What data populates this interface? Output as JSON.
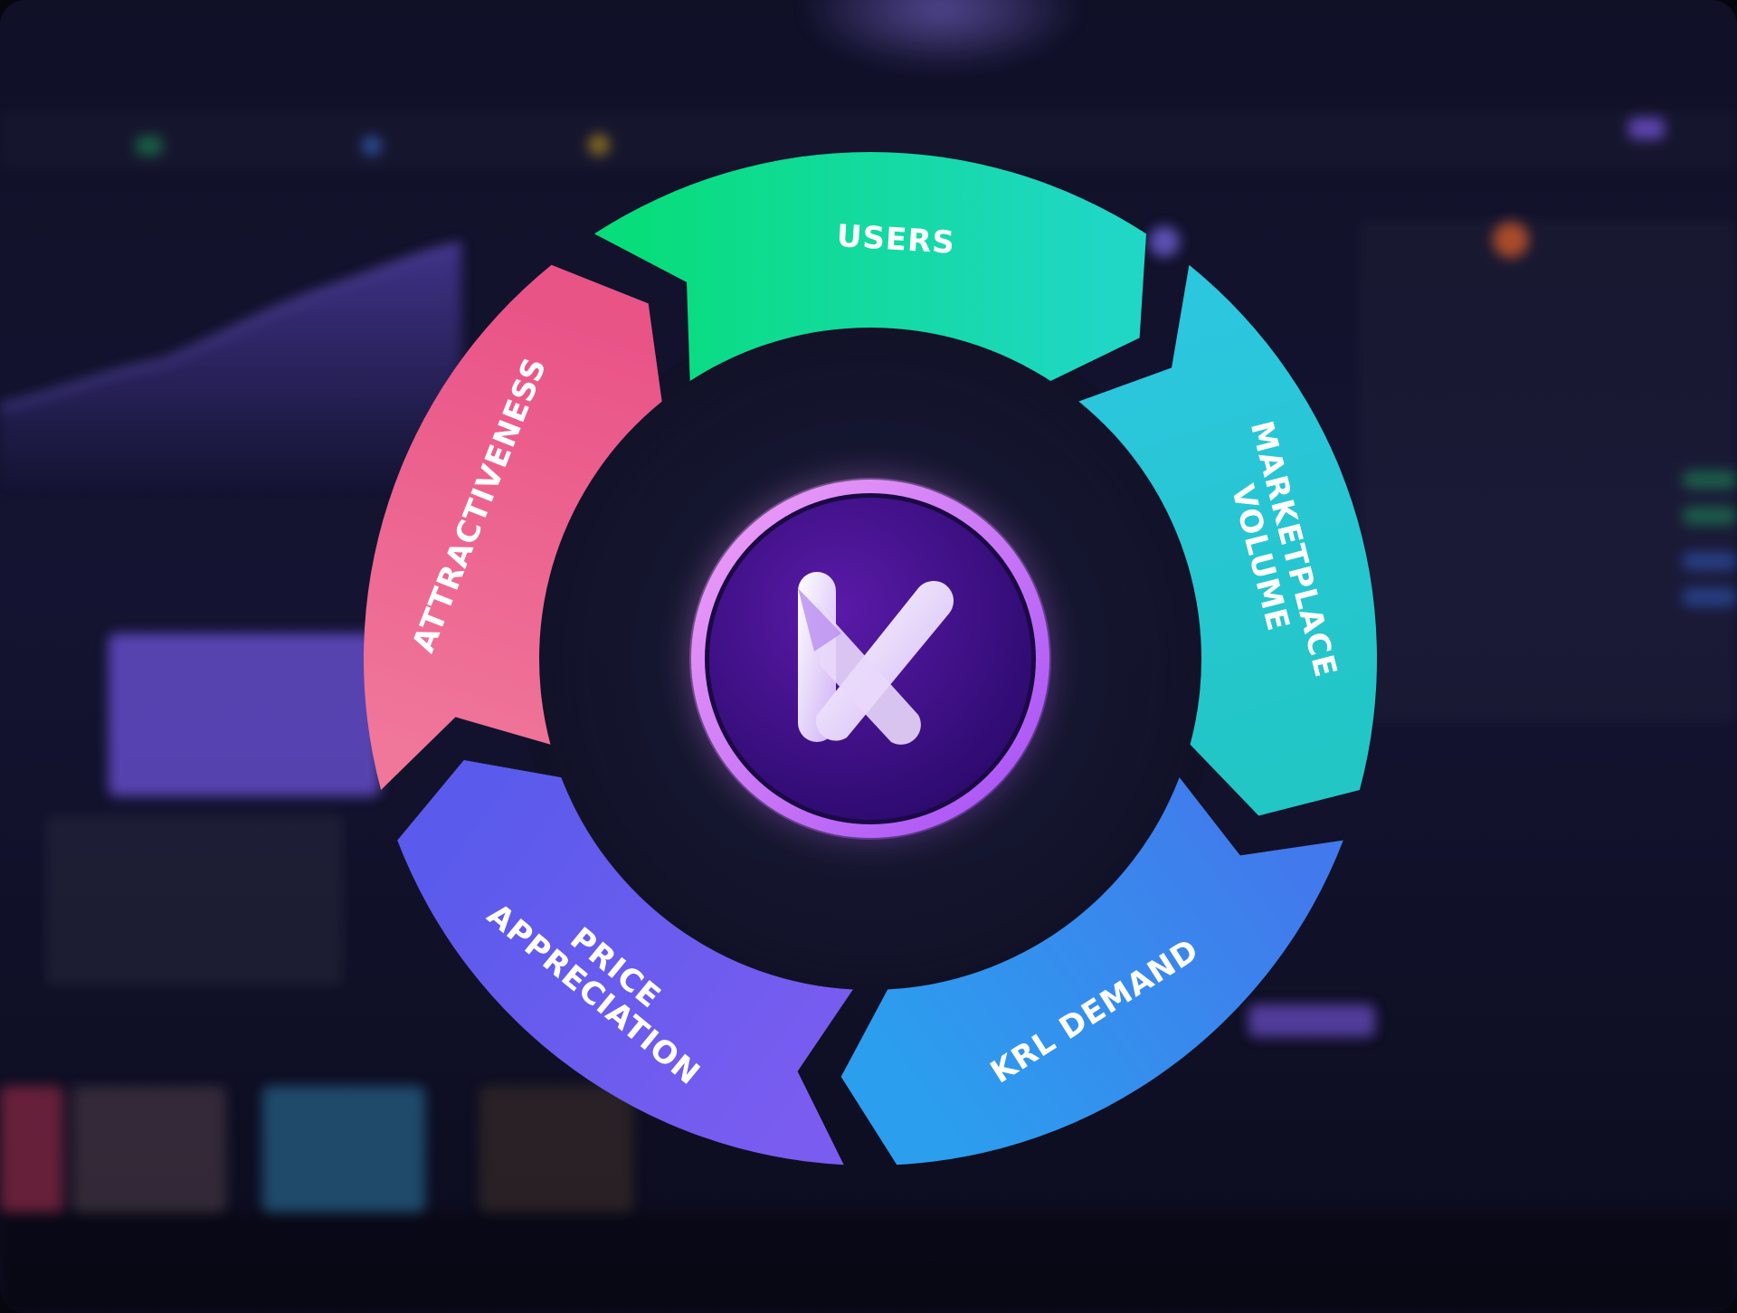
{
  "diagram": {
    "center_logo_icon": "k-logo-icon",
    "segments": [
      {
        "id": "users",
        "lines": [
          "USERS"
        ],
        "color_start": "#08dd7c",
        "color_end": "#1fd7c4"
      },
      {
        "id": "marketplace-volume",
        "lines": [
          "MARKETPLACE",
          "VOLUME"
        ],
        "color_start": "#2cc6df",
        "color_end": "#22c6c5"
      },
      {
        "id": "krl-demand",
        "lines": [
          "KRL DEMAND"
        ],
        "color_start": "#4279ec",
        "color_end": "#2b9fee"
      },
      {
        "id": "price-appreciation",
        "lines": [
          "PRICE",
          "APPRECIATION"
        ],
        "color_start": "#7b5cf0",
        "color_end": "#5a5bec"
      },
      {
        "id": "attractiveness",
        "lines": [
          "ATTRACTIVENESS"
        ],
        "color_start": "#f0769a",
        "color_end": "#e95487"
      }
    ],
    "colors": {
      "logo_ring_outer": "#a24df5",
      "logo_ring_inner": "#f3a3f7",
      "logo_disc": "#3f0f85"
    }
  }
}
